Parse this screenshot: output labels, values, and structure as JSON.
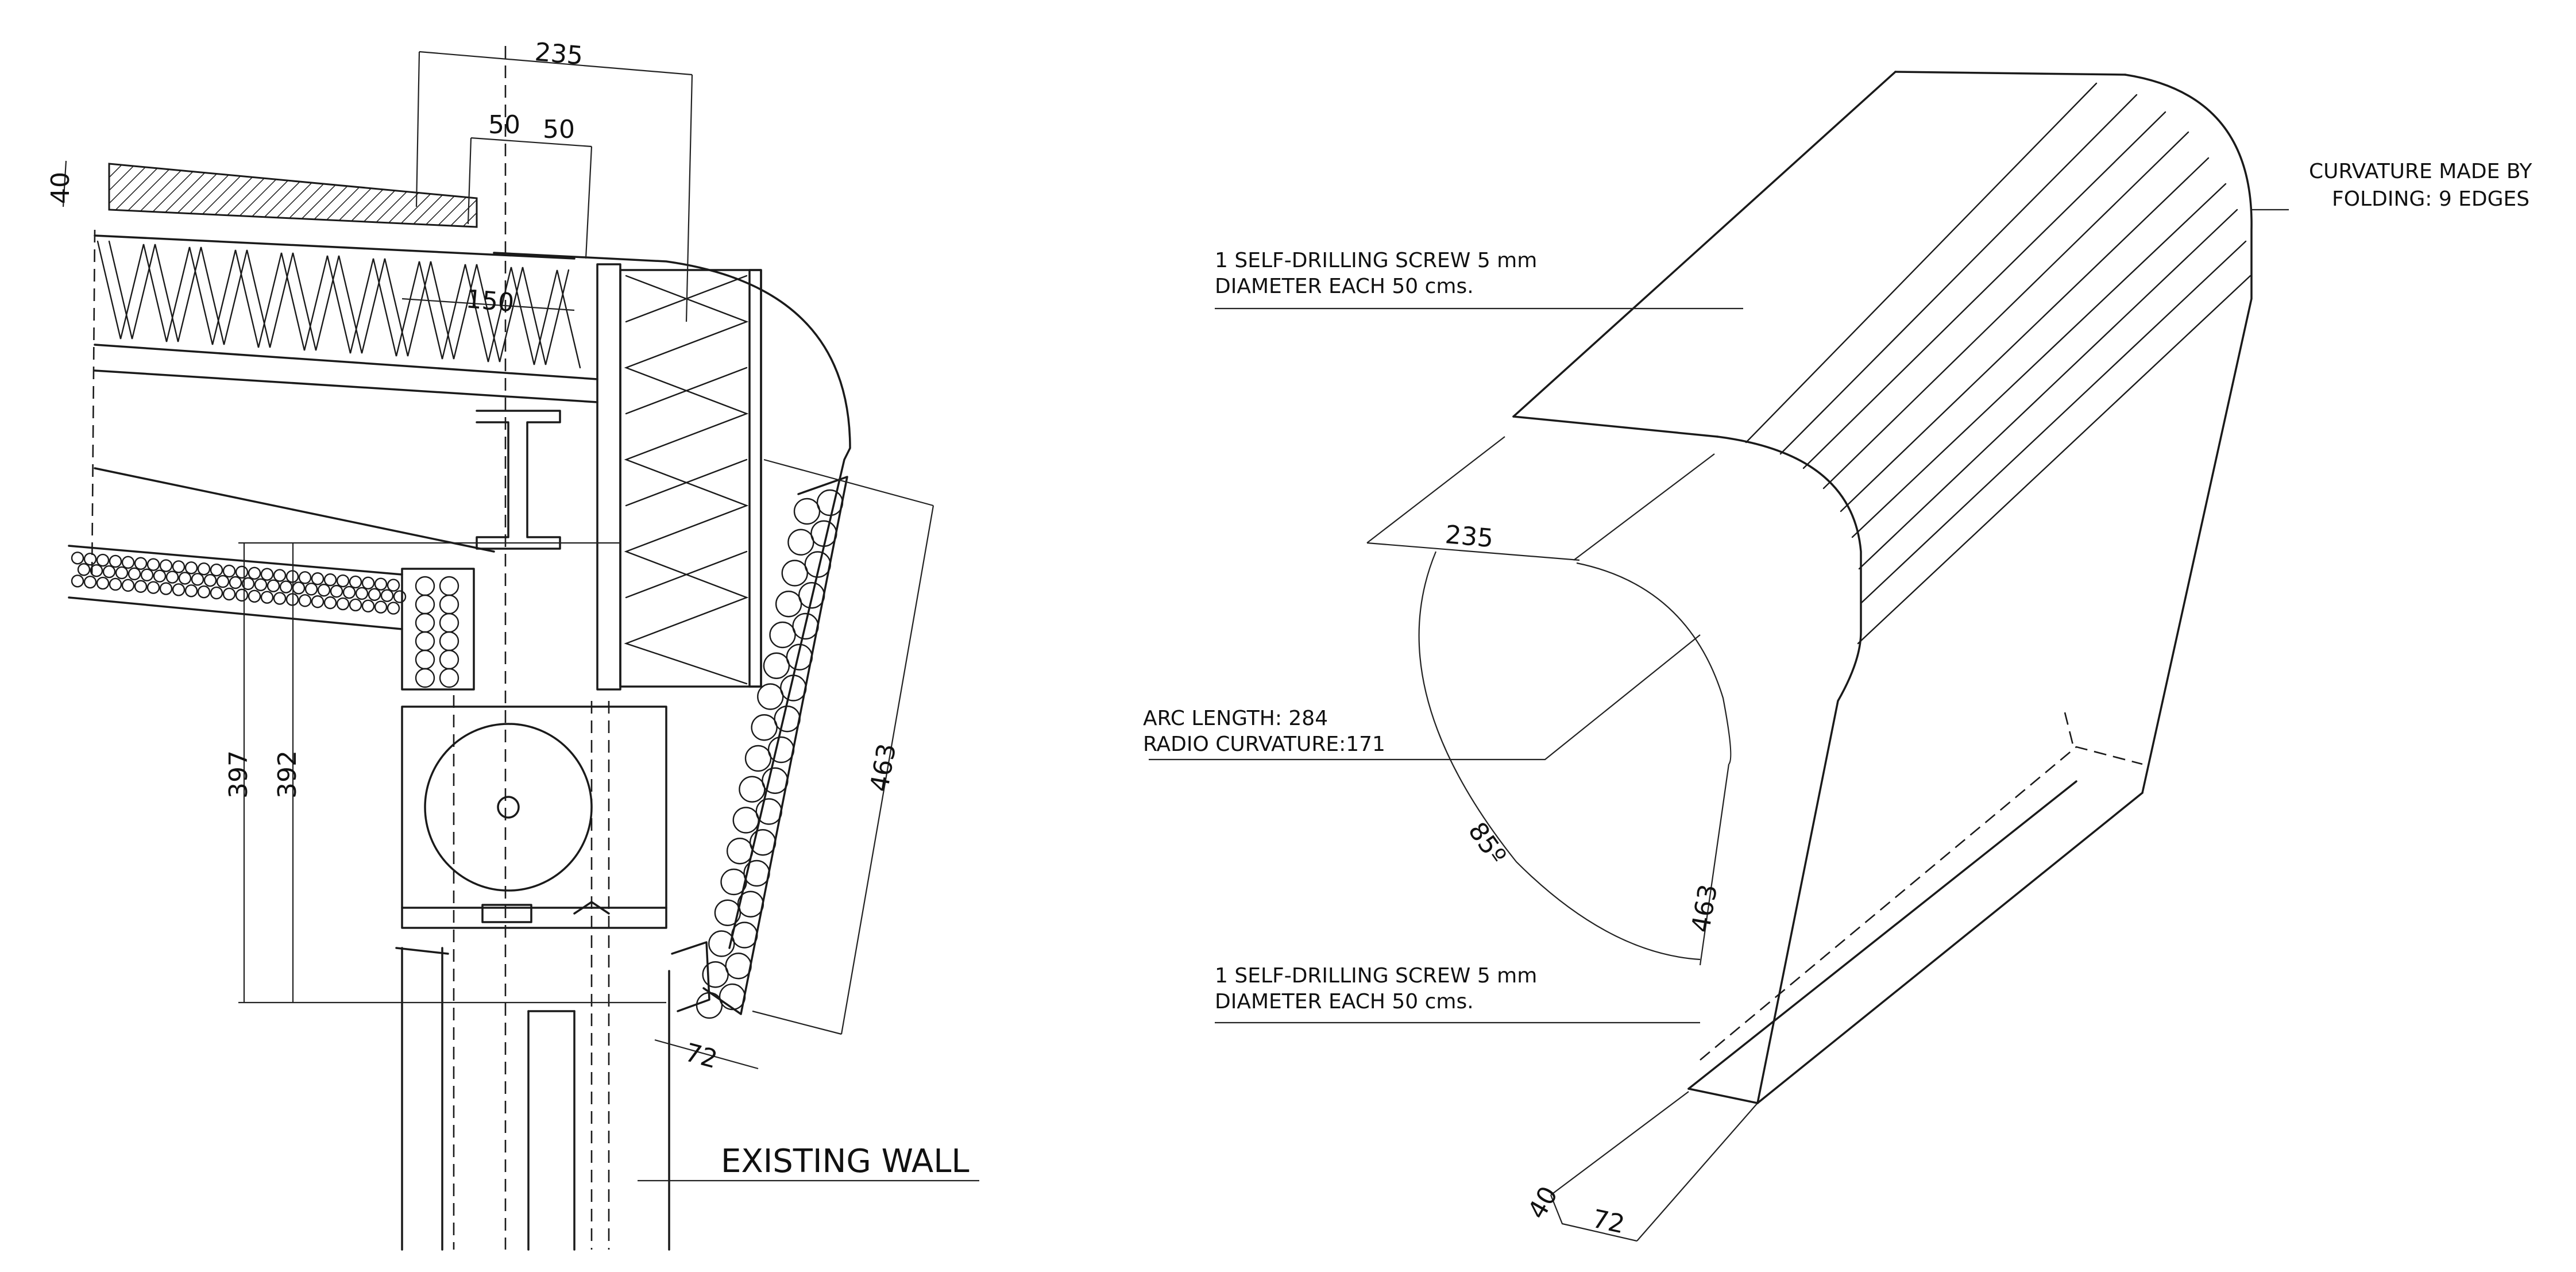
{
  "section": {
    "dims": {
      "d235": "235",
      "d50a": "50",
      "d50b": "50",
      "d40": "40",
      "d150": "150",
      "d397": "397",
      "d392": "392",
      "d463": "463",
      "d72": "72"
    },
    "label_existing_wall": "EXISTING WALL"
  },
  "iso": {
    "note_curvature_line1": "CURVATURE MADE BY",
    "note_curvature_line2": "FOLDING: 9 EDGES",
    "note_screw_top_line1": "1 SELF-DRILLING SCREW 5 mm",
    "note_screw_top_line2": "DIAMETER EACH 50 cms.",
    "note_arc_line1": "ARC LENGTH: 284",
    "note_arc_line2": "RADIO CURVATURE:171",
    "note_screw_bottom_line1": "1 SELF-DRILLING SCREW 5 mm",
    "note_screw_bottom_line2": "DIAMETER EACH 50 cms.",
    "dims": {
      "d235": "235",
      "d85": "85º",
      "d463": "463",
      "d40": "40",
      "d72": "72"
    }
  },
  "colors": {
    "ink": "#1a1a1a",
    "paper": "#ffffff"
  }
}
